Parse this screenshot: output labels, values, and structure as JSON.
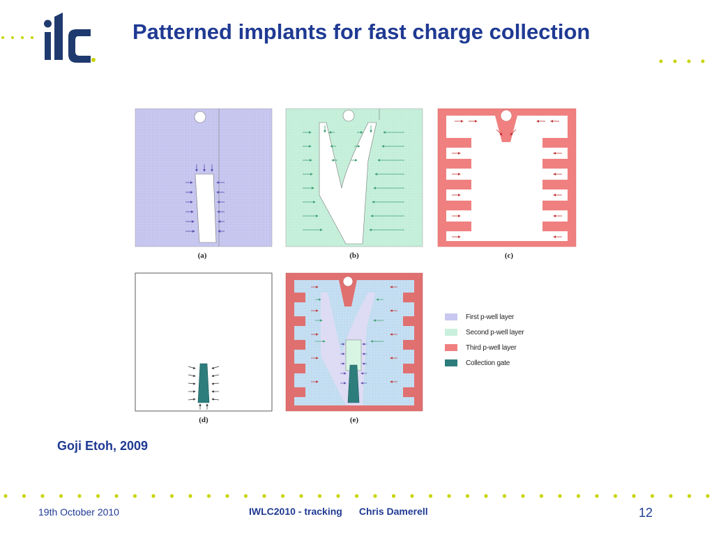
{
  "slide": {
    "title": "Patterned implants for fast charge collection",
    "citation": "Goji Etoh, 2009"
  },
  "logo": {
    "text": "ilc"
  },
  "figure": {
    "panel_labels": [
      "(a)",
      "(b)",
      "(c)",
      "(d)",
      "(e)"
    ]
  },
  "legend": {
    "items": [
      {
        "label": "First p-well layer",
        "color": "#c8c8f0"
      },
      {
        "label": "Second p-well layer",
        "color": "#c8f0dc"
      },
      {
        "label": "Third p-well layer",
        "color": "#f08080"
      },
      {
        "label": "Collection gate",
        "color": "#2e7d7d"
      }
    ]
  },
  "footer": {
    "date": "19th October 2010",
    "event": "IWLC2010 - tracking",
    "author": "Chris Damerell",
    "page": "12"
  },
  "colors": {
    "title": "#1f3a93",
    "accent_dots": "#c8d400",
    "panel_a": "#c8c8f0",
    "panel_b": "#c8f0dc",
    "panel_c": "#f08080",
    "gate": "#2e7d7d"
  }
}
